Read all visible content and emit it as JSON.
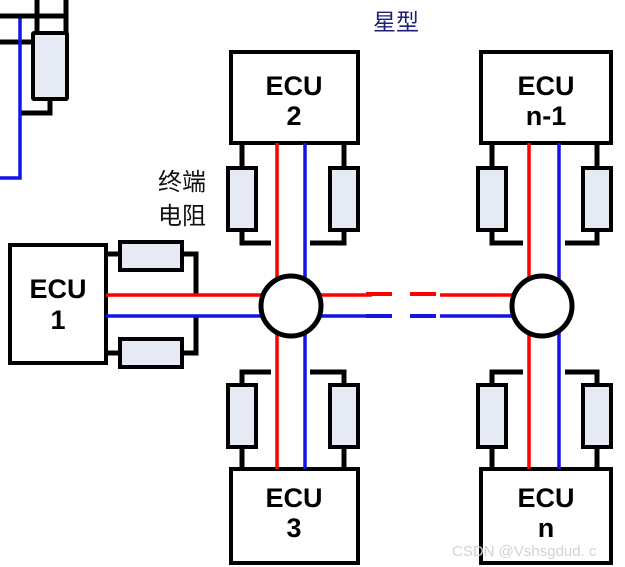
{
  "title": {
    "text": "星型"
  },
  "labels": {
    "terminator_line1": "终端",
    "terminator_line2": "电阻"
  },
  "nodes": {
    "ecu1": {
      "line1": "ECU",
      "line2": "1"
    },
    "ecu2": {
      "line1": "ECU",
      "line2": "2"
    },
    "ecu3": {
      "line1": "ECU",
      "line2": "3"
    },
    "ecu_n_minus_1": {
      "line1": "ECU",
      "line2": "n-1"
    },
    "ecu_n": {
      "line1": "ECU",
      "line2": "n"
    }
  },
  "hubs": {
    "left_hub_name": "star-coupler-left",
    "right_hub_name": "star-coupler-right"
  },
  "wires": {
    "can_high_color": "#fe0000",
    "can_low_color": "#1414e6",
    "outline_color": "#000000",
    "resistor_fill": "#e6eaf5"
  },
  "watermark": {
    "text": "CSDN @Vshsgdud. c"
  }
}
